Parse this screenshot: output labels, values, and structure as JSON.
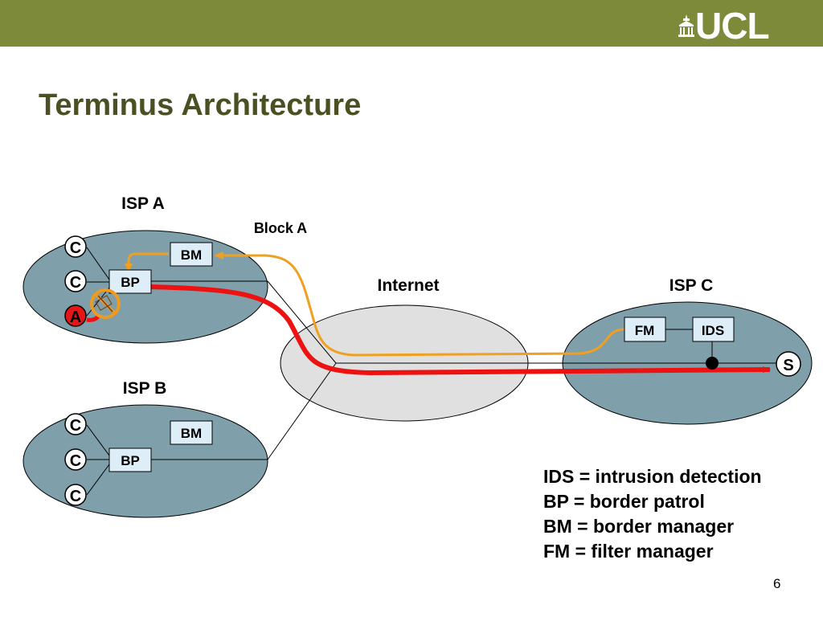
{
  "header": {
    "logo_text": "UCL"
  },
  "slide": {
    "title": "Terminus Architecture",
    "page_number": "6"
  },
  "diagram": {
    "isp_a": {
      "label": "ISP A",
      "clients": [
        "C",
        "C"
      ],
      "attacker": "A",
      "bm": "BM",
      "bp": "BP"
    },
    "isp_b": {
      "label": "ISP B",
      "clients": [
        "C",
        "C",
        "C"
      ],
      "bm": "BM",
      "bp": "BP"
    },
    "internet": {
      "label": "Internet"
    },
    "isp_c": {
      "label": "ISP C",
      "fm": "FM",
      "ids": "IDS",
      "server": "S"
    },
    "block_label": "Block A",
    "colors": {
      "isp_fill": "#7f9fab",
      "internet_fill": "#e0e0e0",
      "box_fill": "#ddeef8",
      "attack_path": "#ee1111",
      "block_path": "#f0a020",
      "attacker_fill": "#e51616",
      "blocked_icon": "#f09a20"
    }
  },
  "legend": [
    "IDS = intrusion detection",
    "BP = border patrol",
    "BM = border manager",
    "FM = filter manager"
  ]
}
